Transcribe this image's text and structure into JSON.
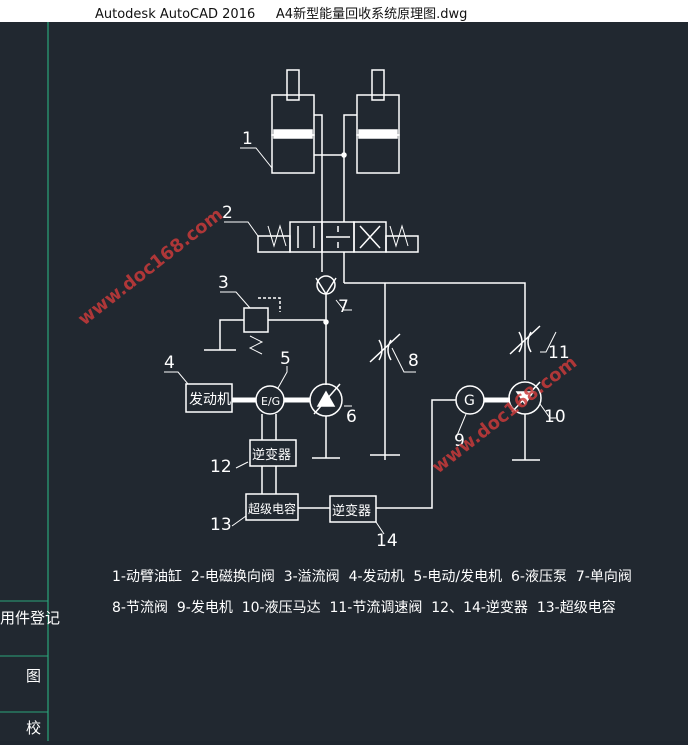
{
  "window": {
    "title": "Autodesk AutoCAD 2016     A4新型能量回收系统原理图.dwg"
  },
  "colors": {
    "background": "#212830",
    "line": "#ffffff",
    "border": "#2aa57a",
    "watermark": "#c83a3a"
  },
  "watermark": [
    "www.doc168.com",
    "www.doc168.com"
  ],
  "title_block": {
    "row1": "用件登记",
    "row2": "图",
    "row3": "校"
  },
  "callouts": [
    "1",
    "2",
    "3",
    "4",
    "5",
    "6",
    "7",
    "8",
    "9",
    "10",
    "11",
    "12",
    "13",
    "14"
  ],
  "boxes": {
    "engine": "发动机",
    "inverter_top": "逆变器",
    "supercap": "超级电容",
    "inverter_right": "逆变器",
    "em_symbol": "E/G",
    "gen_symbol": "G"
  },
  "legend": {
    "line1": "1-动臂油缸  2-电磁换向阀  3-溢流阀  4-发动机  5-电动/发电机  6-液压泵  7-单向阀",
    "line2": "8-节流阀  9-发电机  10-液压马达  11-节流调速阀  12、14-逆变器  13-超级电容"
  }
}
